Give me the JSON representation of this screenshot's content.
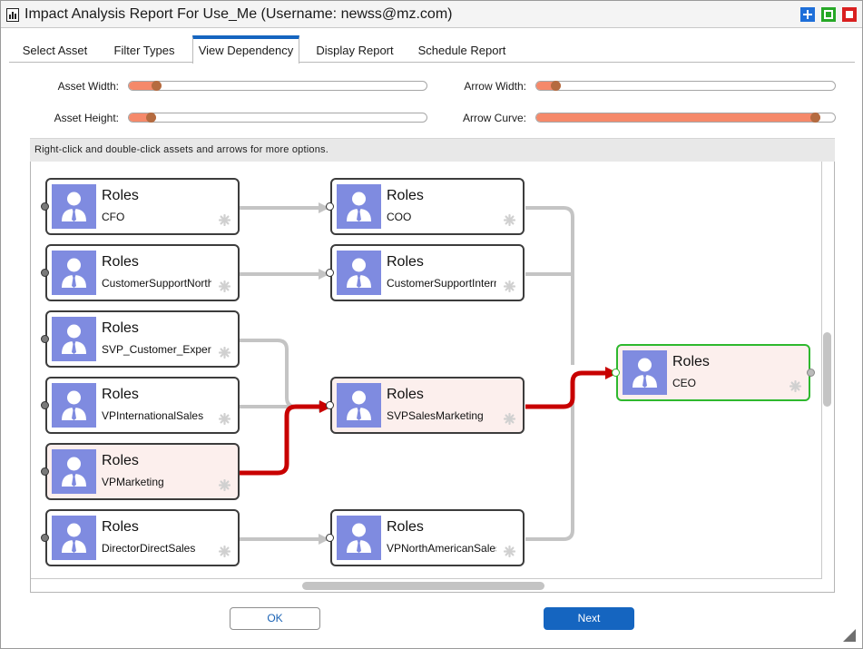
{
  "window": {
    "title": "Impact Analysis Report For Use_Me (Username: newss@mz.com)",
    "icon": "report-document-icon",
    "controls": [
      {
        "name": "maximize",
        "icon": "plus-icon",
        "color": "#1e6fd9"
      },
      {
        "name": "restore",
        "icon": "square-icon",
        "color": "#27a827"
      },
      {
        "name": "close",
        "icon": "stop-icon",
        "color": "#d92020"
      }
    ]
  },
  "tabs": [
    {
      "label": "Select Asset",
      "active": false
    },
    {
      "label": "Filter Types",
      "active": false
    },
    {
      "label": "View Dependency",
      "active": true
    },
    {
      "label": "Display Report",
      "active": false
    },
    {
      "label": "Schedule Report",
      "active": false
    }
  ],
  "sliders": {
    "asset_width": {
      "label": "Asset Width:",
      "value_fraction": 0.08
    },
    "asset_height": {
      "label": "Asset Height:",
      "value_fraction": 0.06
    },
    "arrow_width": {
      "label": "Arrow Width:",
      "value_fraction": 0.05
    },
    "arrow_curve": {
      "label": "Arrow Curve:",
      "value_fraction": 0.95
    }
  },
  "hint": "Right-click and double-click assets and arrows for more options.",
  "graph": {
    "nodes": [
      {
        "type": "Roles",
        "name": "CFO",
        "highlighted": false
      },
      {
        "type": "Roles",
        "name": "CustomerSupportNorth",
        "highlighted": false
      },
      {
        "type": "Roles",
        "name": "SVP_Customer_Experience",
        "highlighted": false
      },
      {
        "type": "Roles",
        "name": "VPInternationalSales",
        "highlighted": false
      },
      {
        "type": "Roles",
        "name": "VPMarketing",
        "highlighted": true
      },
      {
        "type": "Roles",
        "name": "DirectorDirectSales",
        "highlighted": false
      },
      {
        "type": "Roles",
        "name": "COO",
        "highlighted": false
      },
      {
        "type": "Roles",
        "name": "CustomerSupportInternational",
        "highlighted": false
      },
      {
        "type": "Roles",
        "name": "SVPSalesMarketing",
        "highlighted": true
      },
      {
        "type": "Roles",
        "name": "VPNorthAmericanSales",
        "highlighted": false
      },
      {
        "type": "Roles",
        "name": "CEO",
        "highlighted": true,
        "selected": true
      }
    ],
    "edge_colors": {
      "normal": "#c4c4c4",
      "highlighted": "#c80000"
    },
    "node_icon": "user-avatar-icon",
    "menu_icon": "gear-icon"
  },
  "buttons": {
    "ok": "OK",
    "next": "Next"
  }
}
